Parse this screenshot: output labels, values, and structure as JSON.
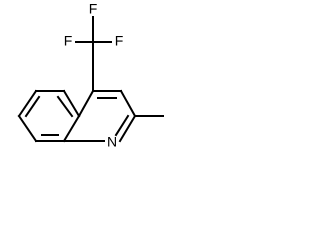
{
  "structure": {
    "atoms": {
      "fluorine_top": "F",
      "fluorine_left": "F",
      "fluorine_right": "F",
      "nitrogen": "N"
    },
    "colors": {
      "background": "#ffffff",
      "ink": "#000000"
    }
  }
}
